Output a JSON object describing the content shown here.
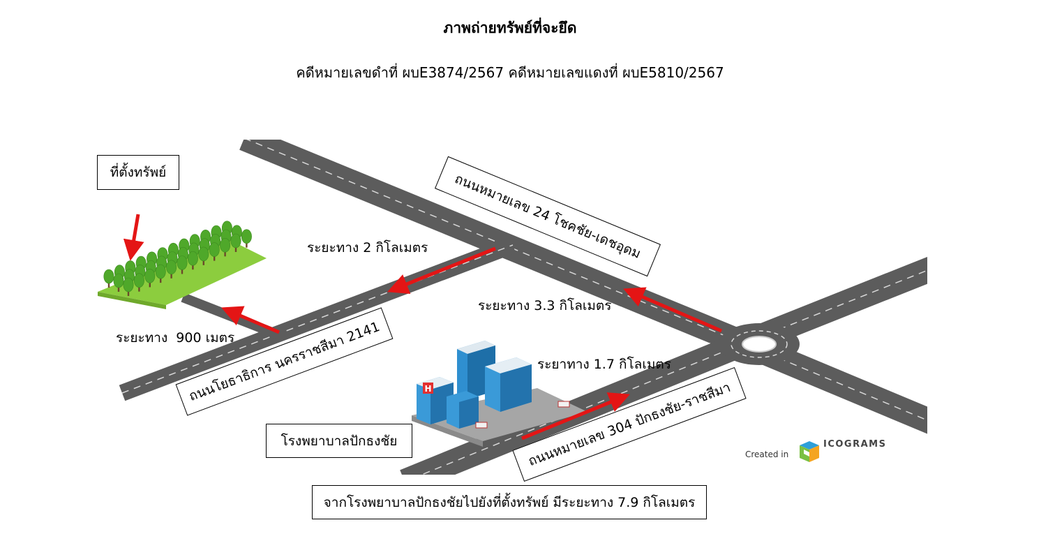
{
  "header": {
    "title": "ภาพถ่ายทรัพย์ที่จะยึด",
    "subtitle": "คดีหมายเลขดำที่ ผบE3874/2567 คดีหมายเลขแดงที่ ผบE5810/2567"
  },
  "labels": {
    "property_location": "ที่ตั้งทรัพย์",
    "road_24": "ถนนหมายเลข 24 โชคชัย-เดชอุดม",
    "road_2141": "ถนนโยธาธิการ นครราชสีมา 2141",
    "road_304": "ถนนหมายเลข 304 ปักธงชัย-ราชสีมา",
    "hospital": "โรงพยาบาลปักธงชัย",
    "dist_2km": "ระยะทาง 2 กิโลเมตร",
    "dist_3_3km": "ระยะทาง 3.3 กิโลเมตร",
    "dist_1_7km": "ระยาทาง 1.7 กิโลเมตร",
    "dist_900m": "ระยะทาง  900 เมตร",
    "summary": "จากโรงพยาบาลปักธงชัยไปยังที่ตั้งทรัพย์ มีระยะทาง 7.9 กิโลเมตร",
    "hospital_sign": "H"
  },
  "logo": {
    "created_in": "Created in",
    "brand": "ICOGRAMS"
  },
  "colors": {
    "road": "#5c5c5c",
    "road_line": "#d8d8d8",
    "arrow": "#e41515",
    "grass": "#8ccd3e",
    "tree": "#4fa82a"
  }
}
